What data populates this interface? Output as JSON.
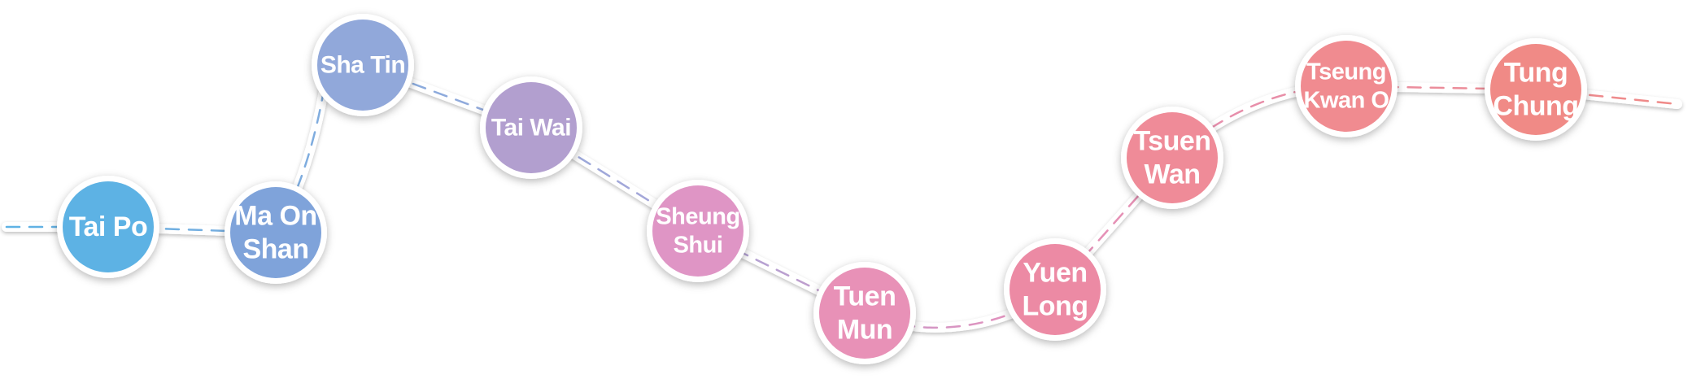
{
  "stations": [
    {
      "lines": [
        "Tai Po"
      ],
      "color": "#5db2e4"
    },
    {
      "lines": [
        "Ma On",
        "Shan"
      ],
      "color": "#7fa3da"
    },
    {
      "lines": [
        "Sha Tin"
      ],
      "color": "#91a8da"
    },
    {
      "lines": [
        "Tai Wai"
      ],
      "color": "#b29fcf"
    },
    {
      "lines": [
        "Sheung",
        "Shui"
      ],
      "color": "#df95c5"
    },
    {
      "lines": [
        "Tuen",
        "Mun"
      ],
      "color": "#e891b7"
    },
    {
      "lines": [
        "Yuen",
        "Long"
      ],
      "color": "#ec8aa4"
    },
    {
      "lines": [
        "Tsuen",
        "Wan"
      ],
      "color": "#ef8b98"
    },
    {
      "lines": [
        "Tseung",
        "Kwan O"
      ],
      "color": "#f08b90"
    },
    {
      "lines": [
        "Tung",
        "Chung"
      ],
      "color": "#f08a86"
    }
  ],
  "colors": {
    "road": "#ffffff",
    "ring": "#ffffff",
    "dash_start": "#5db2e4",
    "dash_end": "#f08a86"
  }
}
